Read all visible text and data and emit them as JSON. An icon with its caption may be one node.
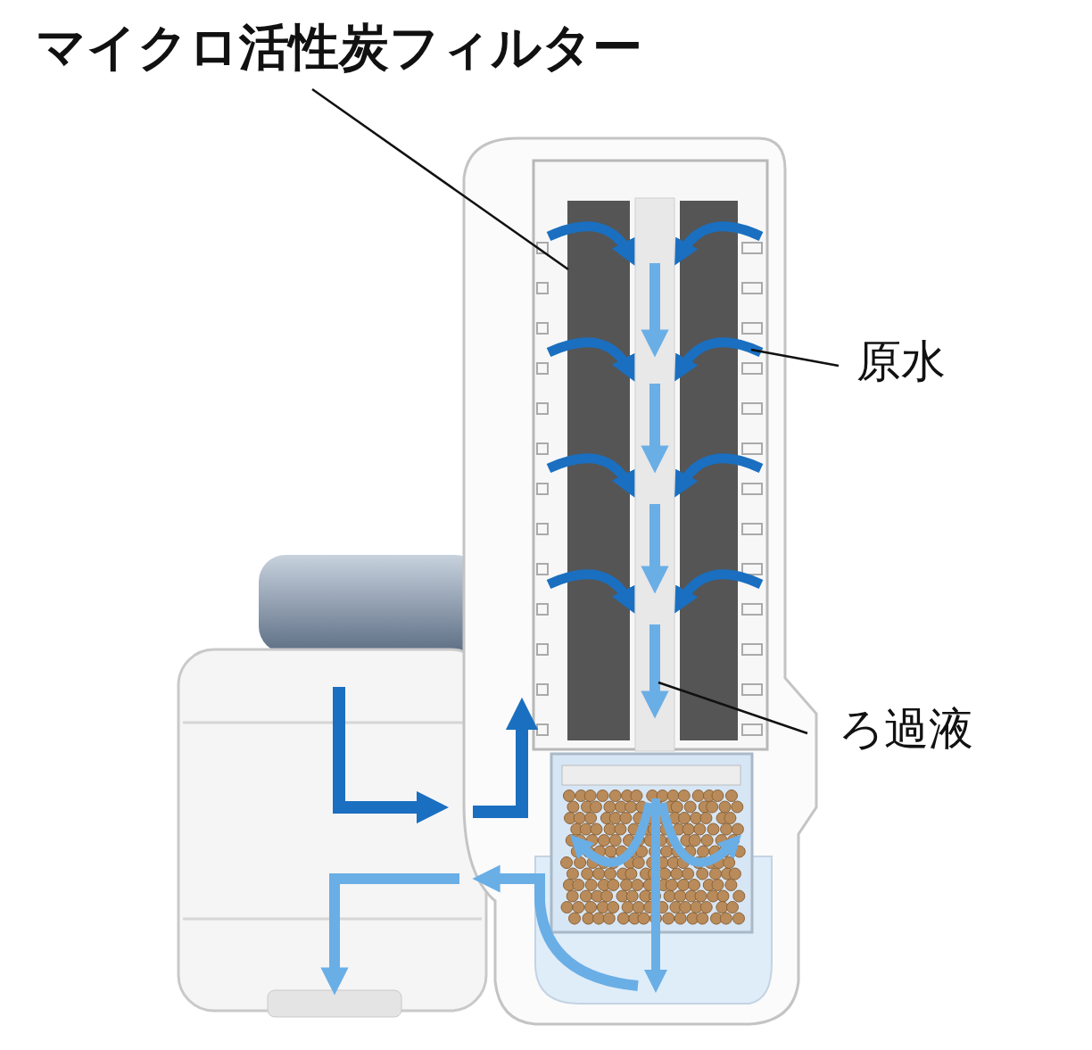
{
  "diagram": {
    "nodes": [
      {
        "text": [
          "マイクロ活性炭フィルター"
        ]
      },
      {
        "text": [],
        "shape": "box"
      },
      {
        "text": [
          "原水"
        ]
      },
      {
        "text": [
          "ろ過液"
        ]
      }
    ],
    "edges": [
      {
        "from": 0,
        "to": 1,
        "arrow": "none"
      },
      {
        "from": 2,
        "to": null,
        "arrow": "none"
      },
      {
        "from": 3,
        "to": null,
        "arrow": "none"
      }
    ]
  }
}
